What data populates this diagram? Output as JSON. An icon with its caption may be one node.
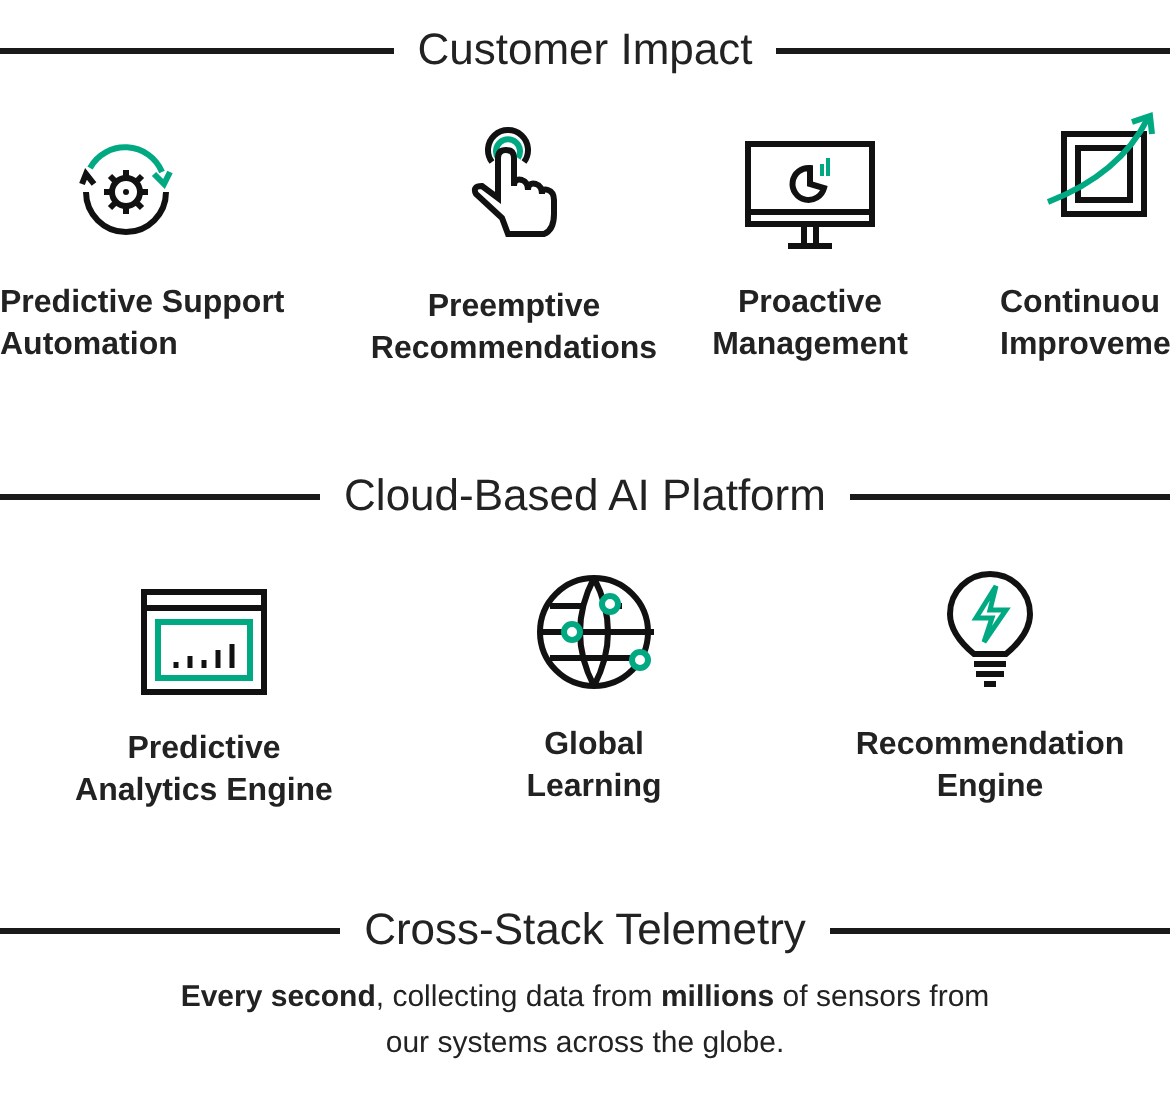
{
  "diagram": {
    "labels": [
      "Customer Impact",
      "Predictive Support Automation",
      "Preemptive Recommendations",
      "Proactive Management",
      "Continuou Improveme",
      "Cloud-Based AI Platform",
      "Predictive Analytics Engine",
      "Global Learning",
      "Recommendation Engine",
      "Cross-Stack Telemetry",
      "**Every second**, collecting data from **millions** of sensors from our systems across the globe."
    ]
  }
}
